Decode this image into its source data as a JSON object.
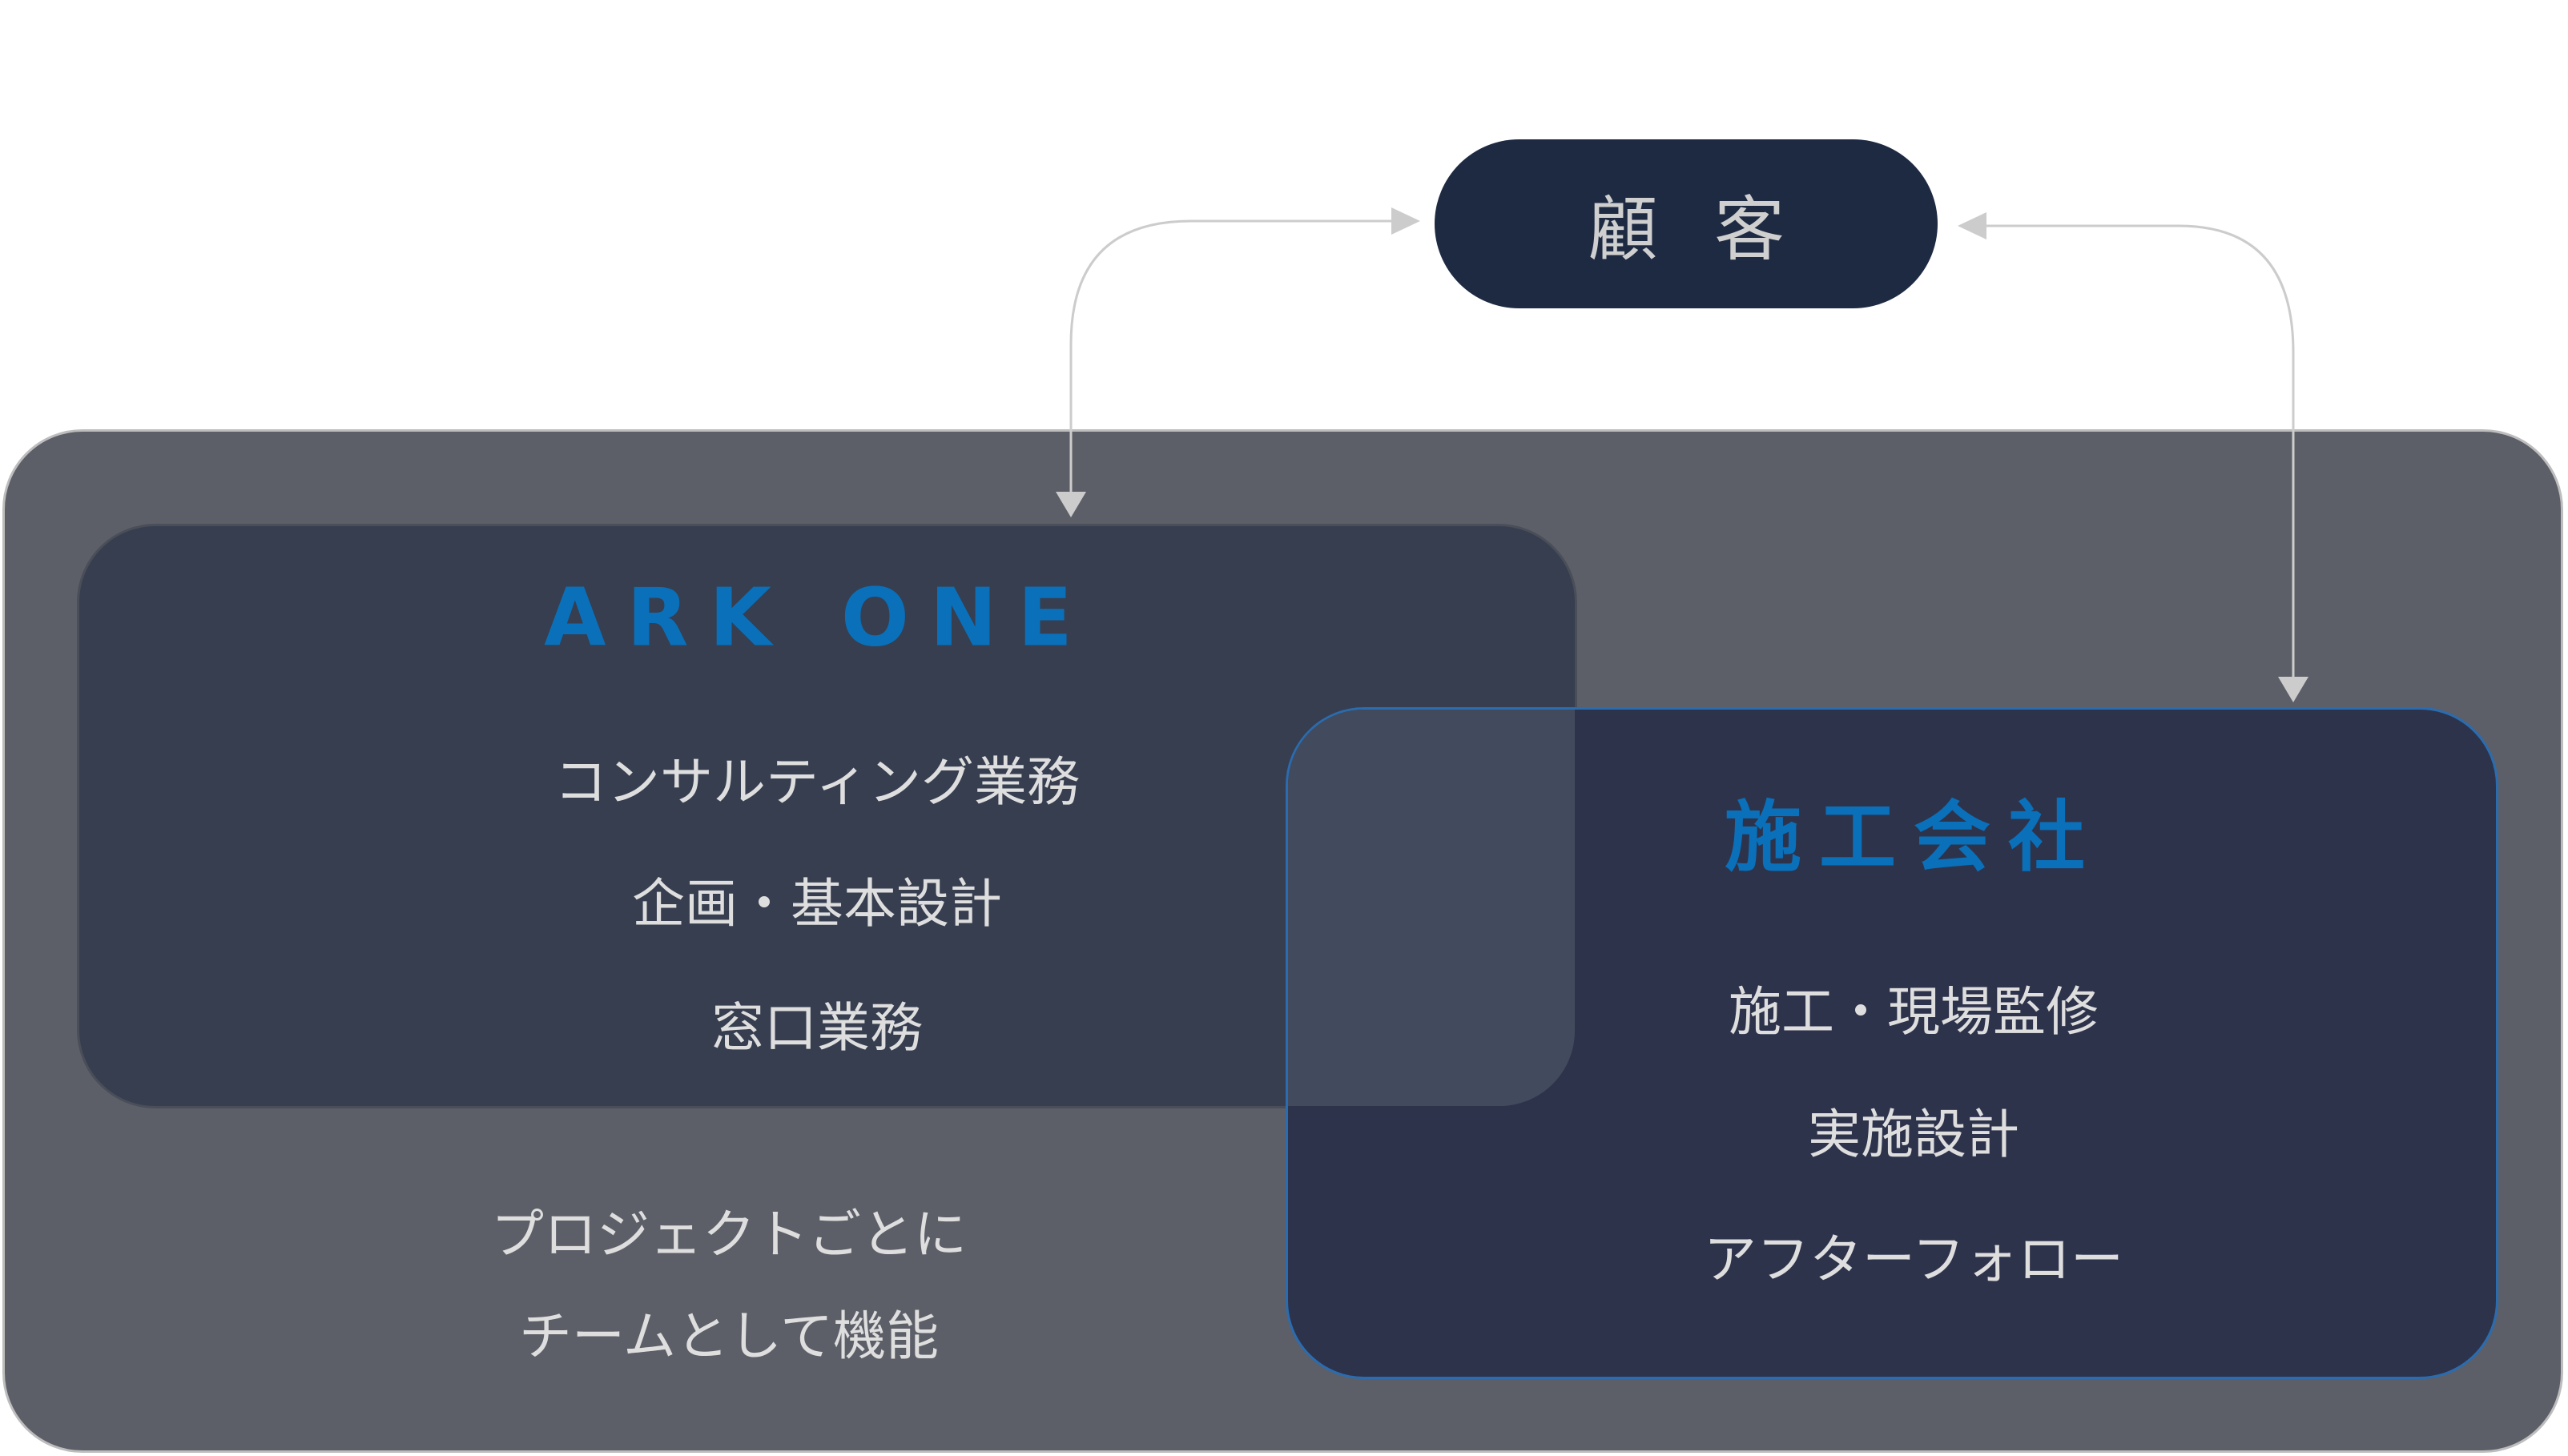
{
  "customer": {
    "label": "顧客"
  },
  "ark_one": {
    "title": "ARK ONE",
    "items": [
      "コンサルティング業務",
      "企画・基本設計",
      "窓口業務"
    ]
  },
  "team_note": {
    "lines": [
      "プロジェクトごとに",
      "チームとして機能"
    ]
  },
  "contractor": {
    "title": "施工会社",
    "items": [
      "施工・現場監修",
      "実施設計",
      "アフターフォロー"
    ]
  },
  "colors": {
    "accent": "#0a70ba",
    "customer_bg": "#1d2a42",
    "panel": "#5c5f68",
    "ark_bg": "#363e50",
    "contractor_bg": "#2e334c",
    "arrow": "#cccccc"
  }
}
